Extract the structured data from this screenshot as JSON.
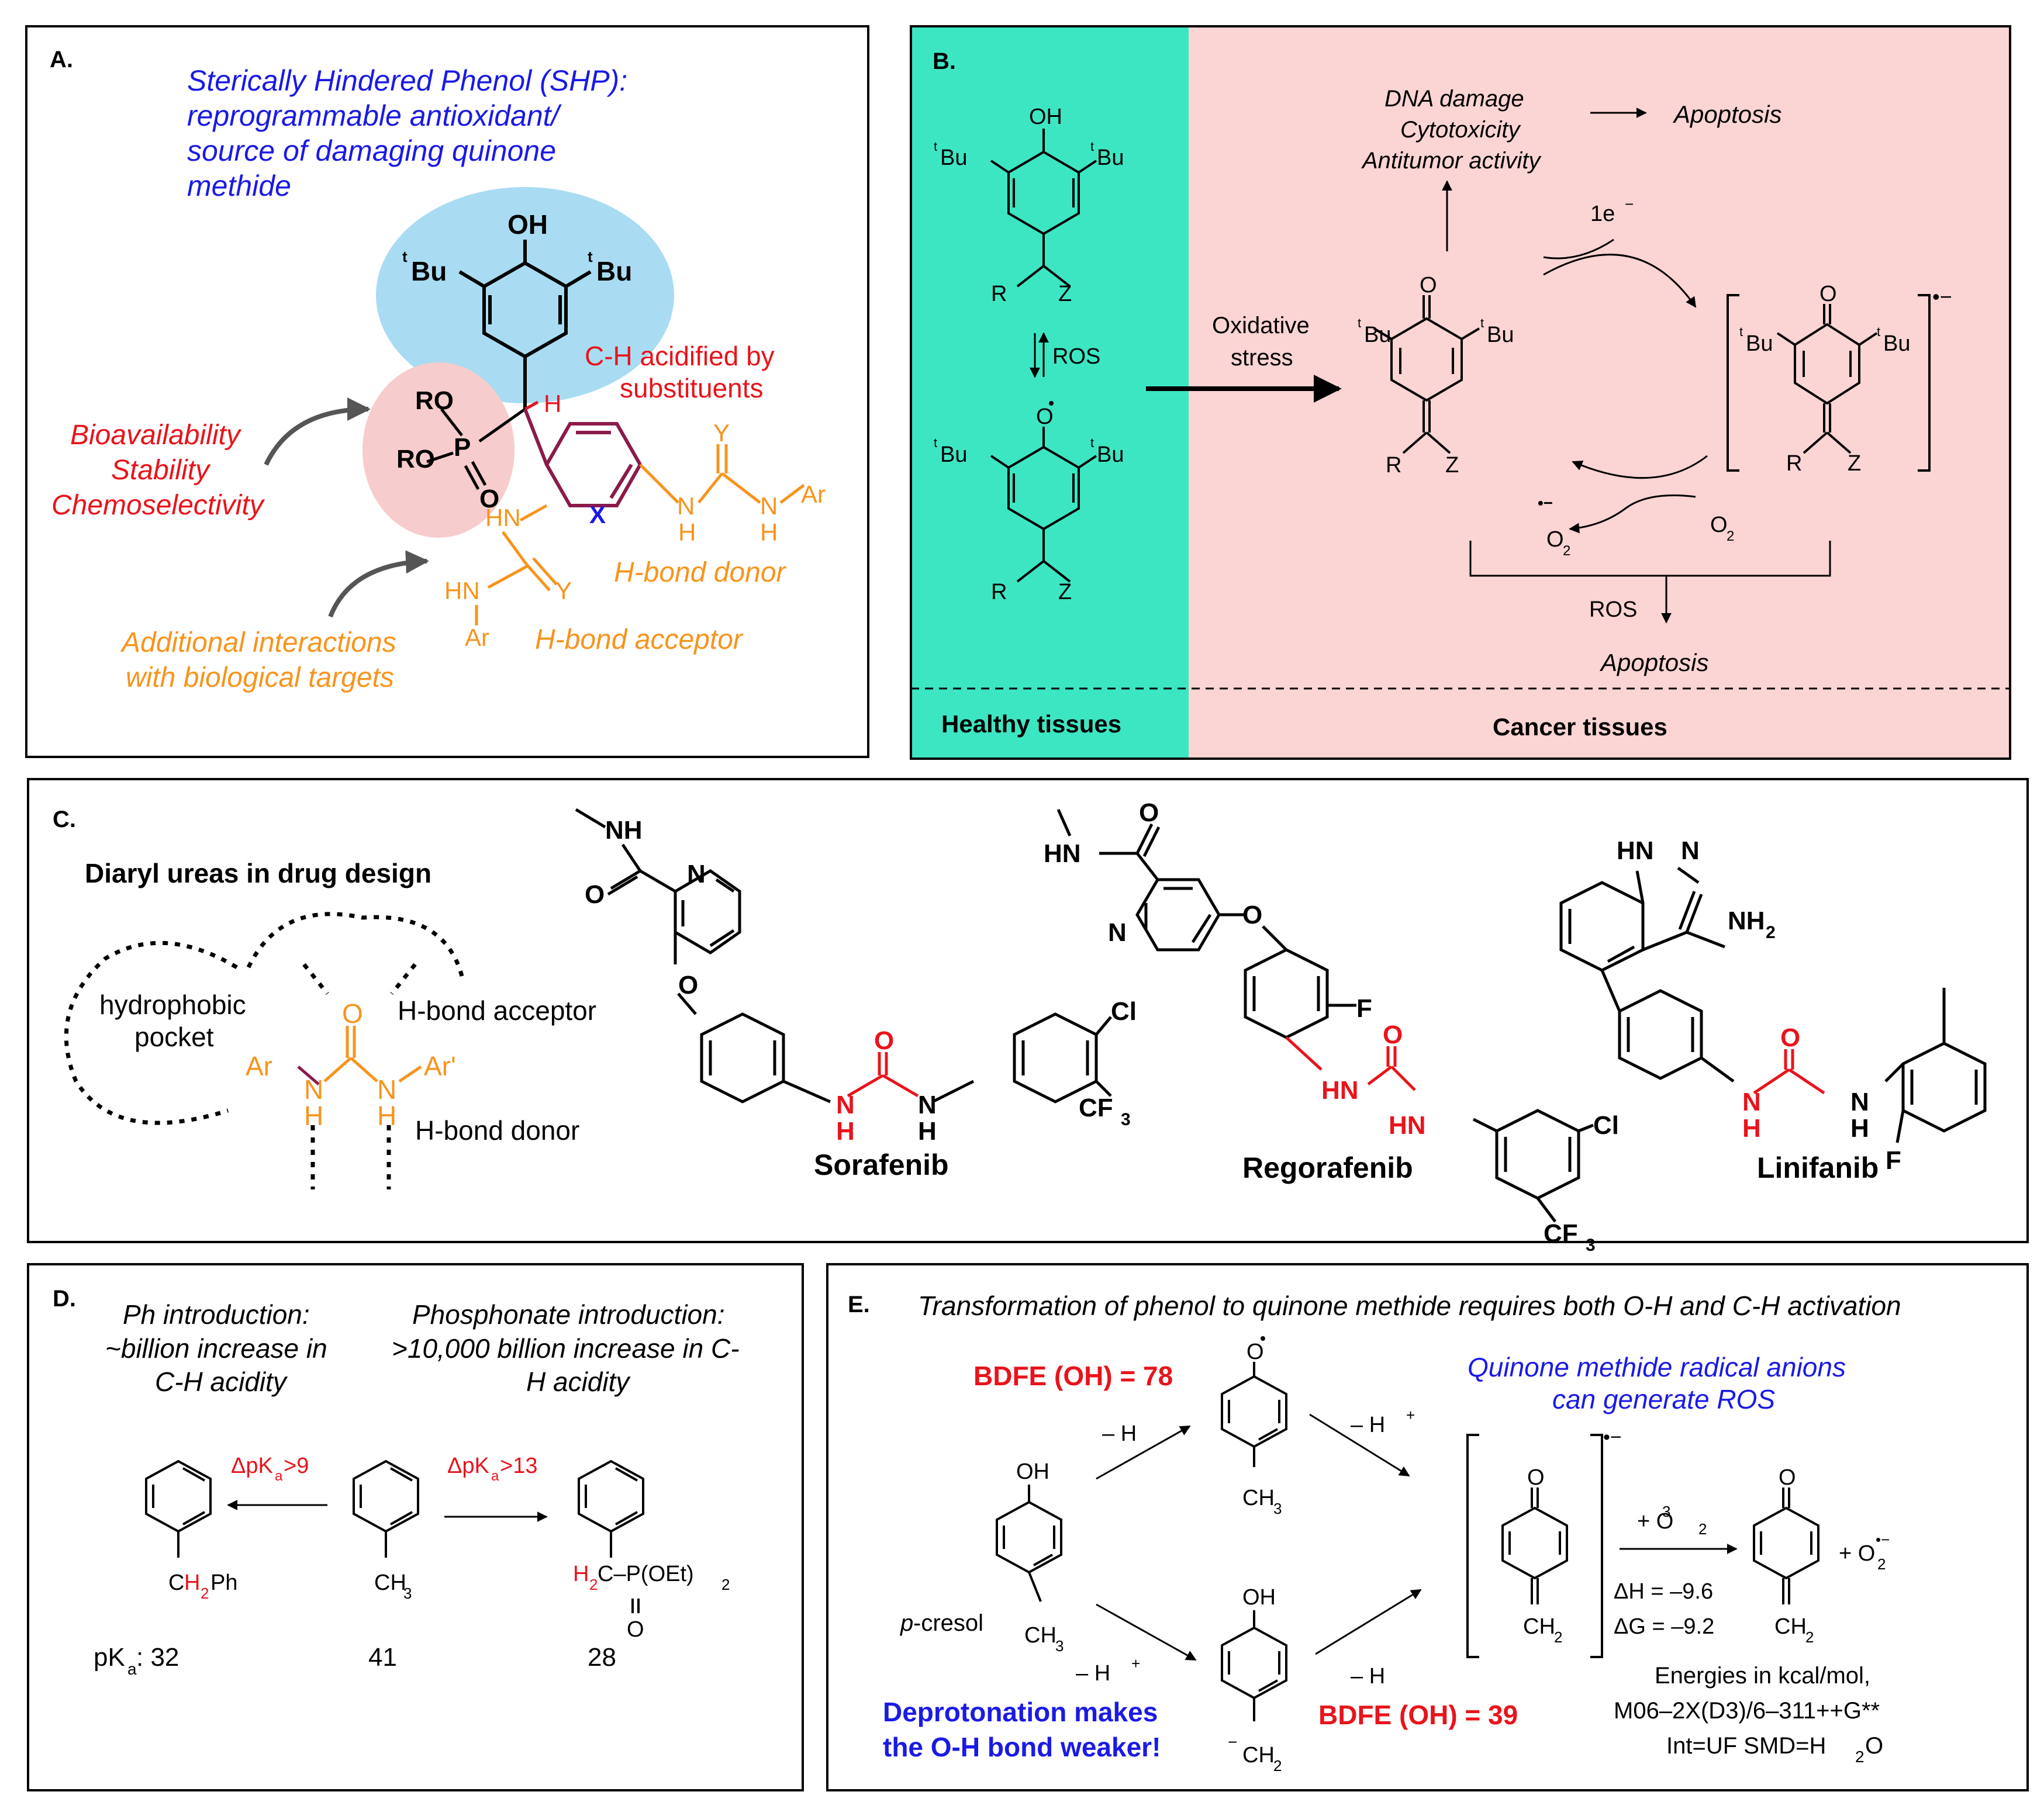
{
  "colors": {
    "black": "#000000",
    "red": "#e8141c",
    "blue": "#1a1ae6",
    "orange": "#f7941d",
    "maroon": "#8b1a4b",
    "panel_b_left": "#3de6c2",
    "panel_b_right": "#fbd4d4",
    "blob_blue": "#a9dcf2",
    "blob_pink": "#f7cccc",
    "arrow_grey": "#555555"
  },
  "panelA": {
    "label": "A.",
    "shp_line1": "Sterically Hindered Phenol (SHP):",
    "shp_line2": "reprogrammable antioxidant/",
    "shp_line3": "source of damaging quinone",
    "shp_line4": "methide",
    "oh": "OH",
    "tbu": "Bu",
    "t": "t",
    "ro": "RO",
    "p": "P",
    "o": "O",
    "h": "H",
    "ch_line1": "C-H acidified by",
    "ch_line2": "substituents",
    "bio1": "Bioavailability",
    "bio2": "Stability",
    "bio3": "Chemoselectivity",
    "x": "X",
    "y": "Y",
    "hn": "HN",
    "nh": "N",
    "ar": "Ar",
    "hbd": "H-bond donor",
    "hba": "H-bond acceptor",
    "add1": "Additional interactions",
    "add2": "with biological targets"
  },
  "panelB": {
    "label": "B.",
    "oh": "OH",
    "o": "O",
    "tbu": "Bu",
    "t": "t",
    "r": "R",
    "z": "Z",
    "ros": "ROS",
    "ox1": "Oxidative",
    "ox2": "stress",
    "dna": "DNA damage",
    "cyto": "Cytotoxicity",
    "anti": "Antitumor activity",
    "apop1": "Apoptosis",
    "e1": "1e",
    "minus": "−",
    "radical_anion": "•−",
    "o2": "O",
    "two": "2",
    "ros2": "ROS",
    "apop2": "Apoptosis",
    "healthy": "Healthy tissues",
    "cancer": "Cancer tissues"
  },
  "panelC": {
    "label": "C.",
    "title": "Diaryl ureas in drug design",
    "hp1": "hydrophobic",
    "hp2": "pocket",
    "hba": "H-bond acceptor",
    "hbd": "H-bond donor",
    "ar": "Ar",
    "arp": "Ar'",
    "n": "N",
    "h": "H",
    "o": "O",
    "nh": "NH",
    "hn": "HN",
    "cl": "Cl",
    "cf": "CF",
    "three": "3",
    "f": "F",
    "hnn": "HN",
    "nh2": "NH",
    "two": "2",
    "sorafenib": "Sorafenib",
    "regorafenib": "Regorafenib",
    "linifanib": "Linifanib"
  },
  "panelD": {
    "label": "D.",
    "ph1": "Ph introduction:",
    "ph2": "~billion increase in",
    "ph3": "C-H acidity",
    "pp1": "Phosphonate introduction:",
    "pp2": ">10,000 billion increase in C-",
    "pp3": "H acidity",
    "dpka1": "ΔpK",
    "a": "a",
    "gt9": ">9",
    "gt13": ">13",
    "ch": "C",
    "h2": "H",
    "two": "2",
    "ph": "Ph",
    "ch3": "CH",
    "three": "3",
    "h2c": "H",
    "cpoet": "C–P(OEt)",
    "o": "O",
    "pka": "pK",
    "colon": ": 32",
    "v41": "41",
    "v28": "28"
  },
  "panelE": {
    "label": "E.",
    "title": "Transformation of phenol to quinone methide requires both O-H and C-H activation",
    "bdfe78": "BDFE (OH) = 78",
    "bdfe39": "BDFE (OH) = 39",
    "qm1": "Quinone methide radical anions",
    "qm2": "can generate ROS",
    "mh": "– H",
    "mhplus": "– H",
    "plus": "+",
    "oh": "OH",
    "o": "O",
    "ch3": "CH",
    "three": "3",
    "p": "p",
    "cresol": "-cresol",
    "ch2": "CH",
    "two": "2",
    "o2": "+ O",
    "sup3": "3",
    "dh": "ΔH = –9.6",
    "dg": "ΔG = –9.2",
    "plus_o2": "+ O",
    "deprot1": "Deprotonation makes",
    "deprot2": "the O-H bond weaker!",
    "en1": "Energies in kcal/mol,",
    "en2": "M06–2X(D3)/6–311++G**",
    "en3": "Int=UF SMD=H",
    "en3b": "O",
    "minus": "−",
    "rad": "•−"
  }
}
